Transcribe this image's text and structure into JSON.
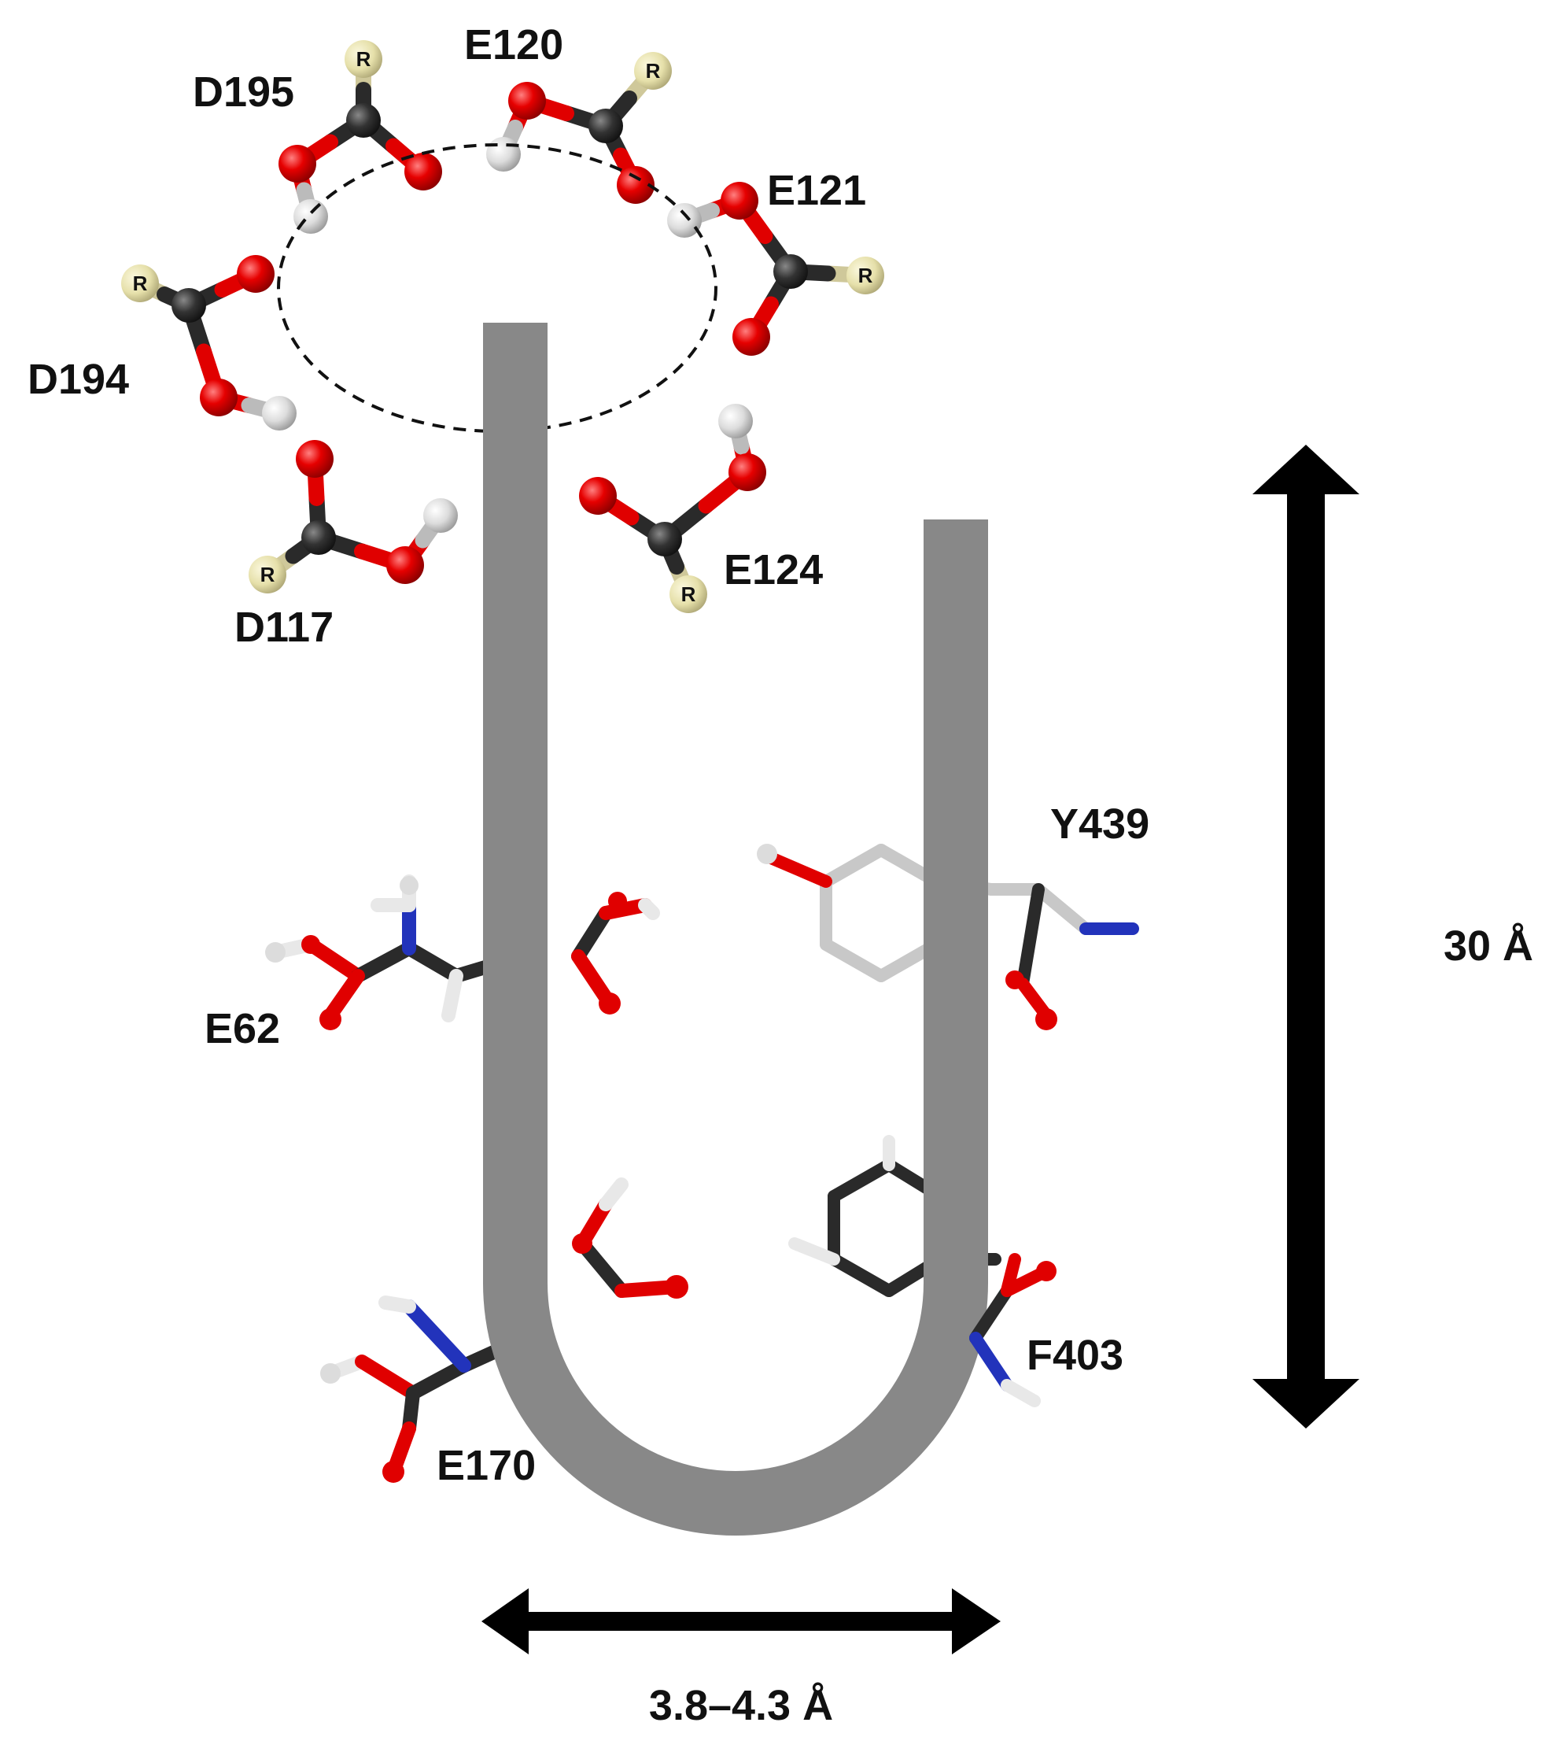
{
  "labels": {
    "D195": "D195",
    "E120": "E120",
    "E121": "E121",
    "D194": "D194",
    "E124": "E124",
    "D117": "D117",
    "Y439": "Y439",
    "E62": "E62",
    "E170": "E170",
    "F403": "F403"
  },
  "r_group": "R",
  "dimensions": {
    "height": "30 Å",
    "width": "3.8–4.3 Å"
  },
  "colors": {
    "channel": "#888888",
    "oxygen": "#e00000",
    "carbon": "#2a2a2a",
    "hydrogen": "#dcdcdc",
    "nitrogen": "#2233bb",
    "r_group": "#e8e3b0",
    "aromatic_light": "#c8c8c8",
    "arrow": "#000000"
  },
  "icons": {
    "channel": "u-shaped-channel-icon",
    "ring": "dashed-ring-icon",
    "arrow": "double-headed-arrow-icon"
  }
}
